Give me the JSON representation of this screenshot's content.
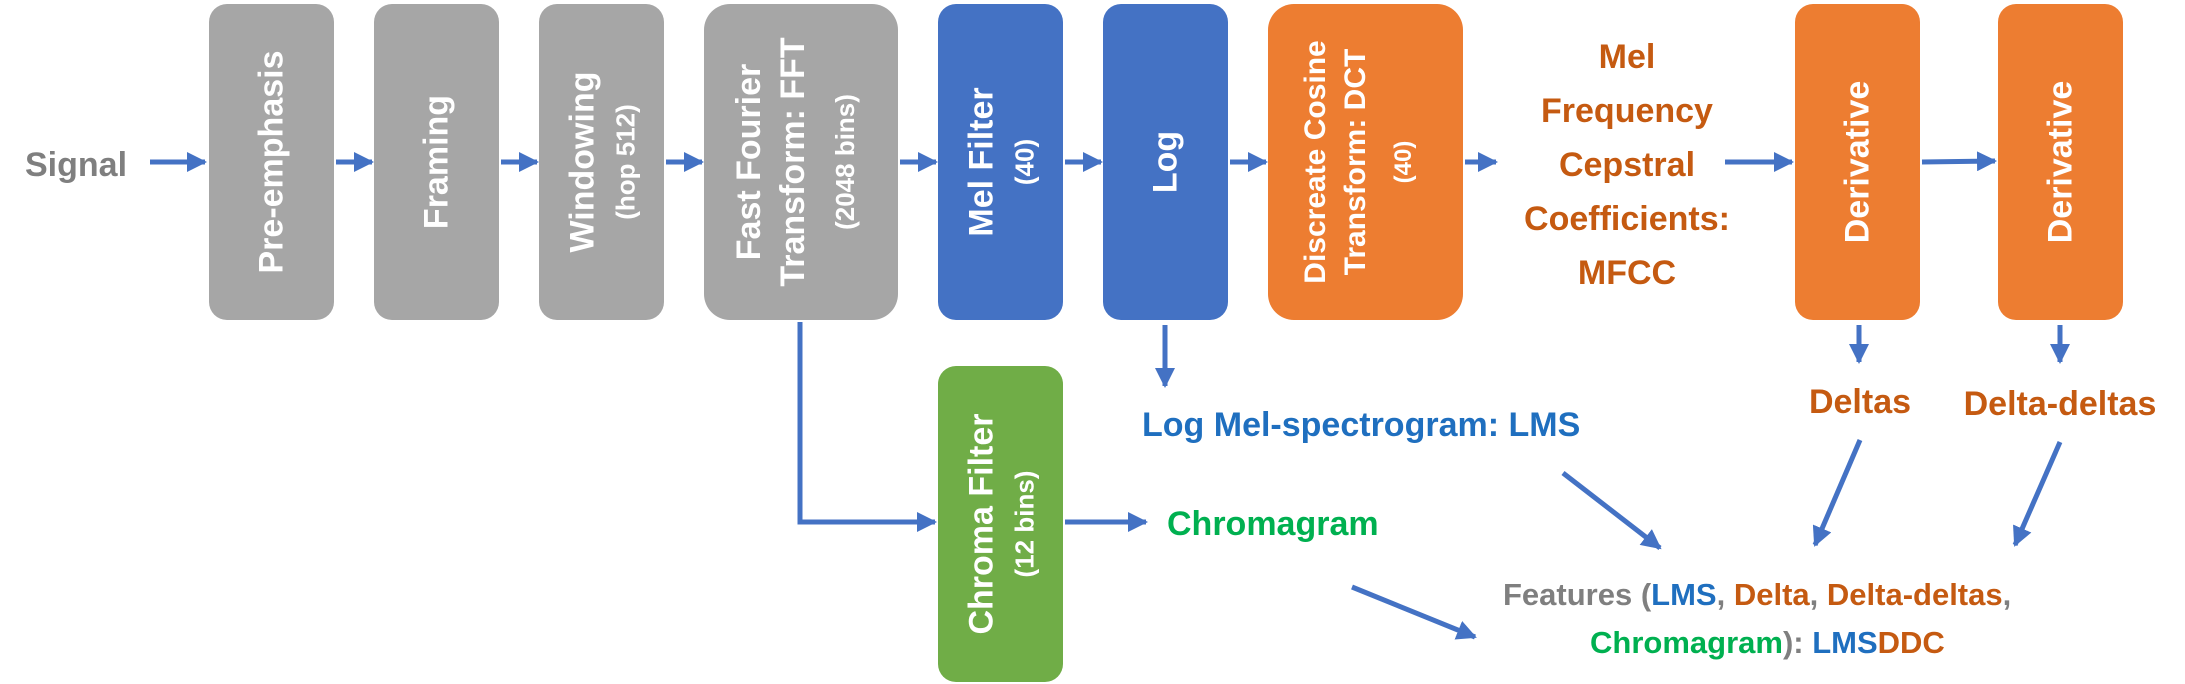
{
  "colors": {
    "gray": "#a6a6a6",
    "blue": "#4472c4",
    "orange": "#ed7d31",
    "green": "#70ad47",
    "arrow": "#4472c4",
    "gray_text": "#7f7f7f",
    "blue_text": "#1f6fbf",
    "orange_text": "#c55a11",
    "green_text": "#00b050"
  },
  "signal_label": "Signal",
  "boxes": {
    "preemphasis": {
      "line1": "Pre-emphasis"
    },
    "framing": {
      "line1": "Framing"
    },
    "windowing": {
      "line1": "Windowing",
      "line2": "(hop 512)"
    },
    "fft": {
      "line1": "Fast Fourier",
      "line2": "Transform: FFT",
      "line3": "(2048 bins)"
    },
    "mel": {
      "line1": "Mel Filter",
      "line2": "(40)"
    },
    "log": {
      "line1": "Log"
    },
    "dct": {
      "line1": "Discreate Cosine",
      "line2": "Transform: DCT",
      "line3": "(40)"
    },
    "chroma": {
      "line1": "Chroma Filter",
      "line2": "(12 bins)"
    },
    "deriv1": {
      "line1": "Derivative"
    },
    "deriv2": {
      "line1": "Derivative"
    }
  },
  "mfcc": {
    "line1": "Mel",
    "line2": "Frequency",
    "line3": "Cepstral",
    "line4": "Coefficients:",
    "line5": "MFCC"
  },
  "lms_label": "Log Mel-spectrogram: LMS",
  "chromagram_label": "Chromagram",
  "deltas_label": "Deltas",
  "delta_deltas_label": "Delta-deltas",
  "features": {
    "l1_prefix": "Features (",
    "l1_lms": "LMS",
    "l1_sep1": ", ",
    "l1_delta": "Delta",
    "l1_sep2": ", ",
    "l1_deltadeltas": "Delta-deltas",
    "l1_sep3": ",",
    "l2_chromagram": "Chromagram",
    "l2_mid": "): ",
    "l2_lms": "LMS",
    "l2_ddc": "DDC"
  }
}
